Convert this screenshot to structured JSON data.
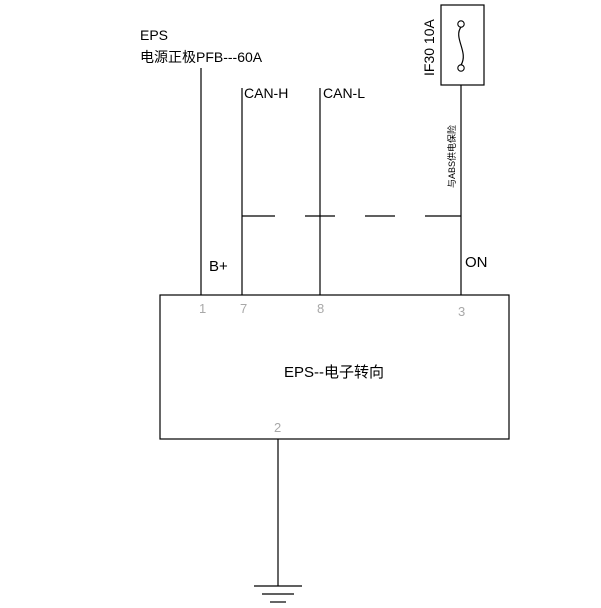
{
  "source": {
    "name": "EPS",
    "desc": "电源正极PFB---60A"
  },
  "signals": {
    "can_h": "CAN-H",
    "can_l": "CAN-L"
  },
  "fuse": {
    "label": "IF30 10A",
    "note": "与ABS供电保险"
  },
  "wire_labels": {
    "b_plus": "B+",
    "on": "ON"
  },
  "module": {
    "title": "EPS--电子转向"
  },
  "pins": {
    "p1": "1",
    "p7": "7",
    "p8": "8",
    "p3": "3",
    "p2": "2"
  }
}
